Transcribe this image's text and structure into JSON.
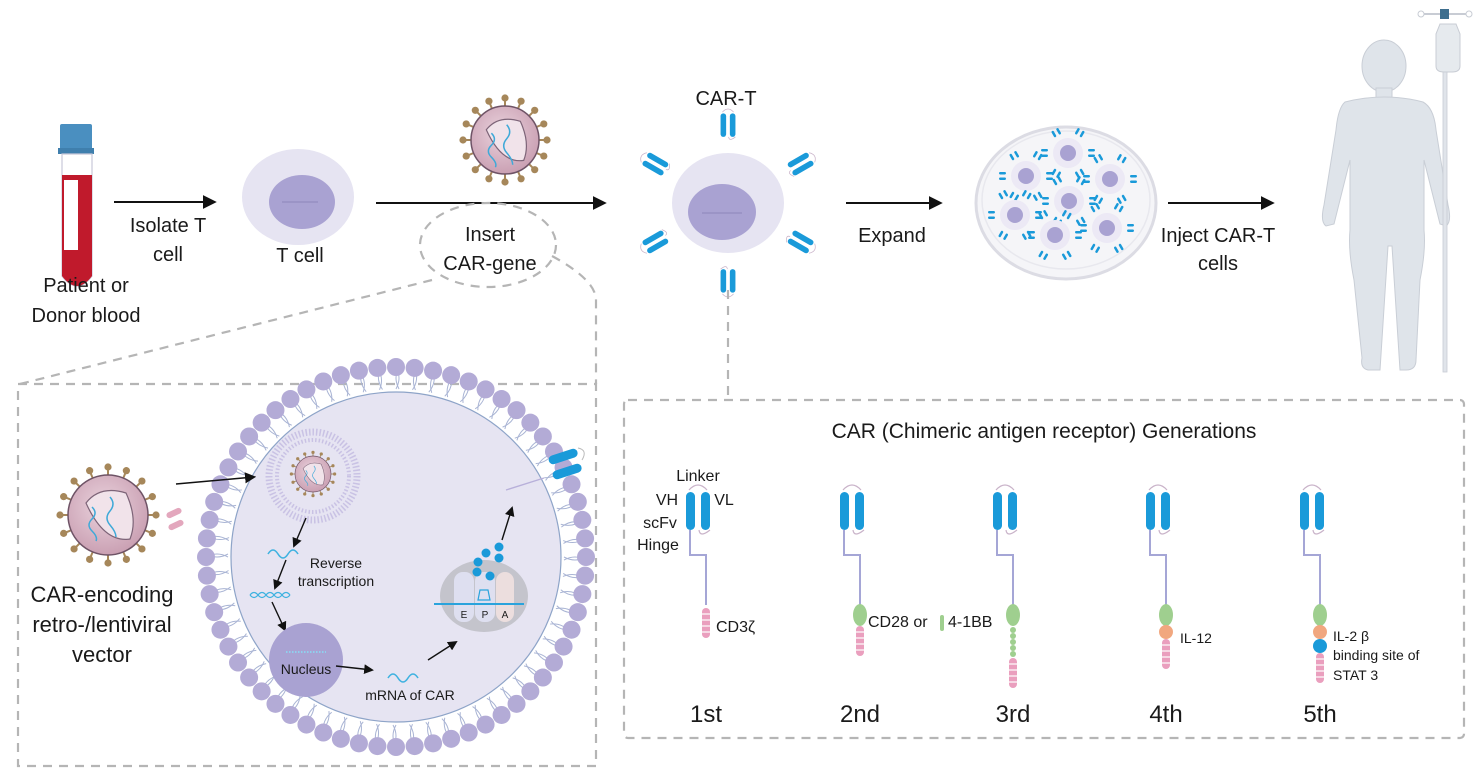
{
  "colors": {
    "blood": "#c01a2c",
    "cap": "#4a8fc0",
    "cell_body": "#e6e4f2",
    "nucleus": "#a9a2d2",
    "scfv": "#1a9ad9",
    "lipid_head": "#b3abd6",
    "virus_body": "#d7b3c4",
    "virus_spike": "#a6875a",
    "cd3z": "#ea9fbe",
    "costim": "#9fcf8f",
    "il": "#f1a77f",
    "stat3": "#1a9ad9",
    "dash": "#b5b5b5",
    "human": "#dfe4ea"
  },
  "workflow": {
    "blood": {
      "label_line1": "Patient or",
      "label_line2": "Donor blood",
      "icon": "blood-tube-icon"
    },
    "step_isolate": {
      "label_line1": "Isolate T",
      "label_line2": "cell"
    },
    "tcell": {
      "label": "T cell",
      "icon": "t-cell-icon"
    },
    "step_insert": {
      "label_line1": "Insert",
      "label_line2": "CAR-gene"
    },
    "virus": {
      "icon": "viral-vector-icon"
    },
    "cart": {
      "label": "CAR-T",
      "icon": "car-t-cell-icon"
    },
    "step_expand": {
      "label": "Expand"
    },
    "dish": {
      "icon": "petri-dish-icon"
    },
    "step_inject": {
      "label_line1": "Inject CAR-T",
      "label_line2": "cells"
    },
    "patient": {
      "icon": "human-body-icon",
      "iv": "iv-drip-icon"
    }
  },
  "transduction": {
    "vector_label_line1": "CAR-encoding",
    "vector_label_line2": "retro-/lentiviral",
    "vector_label_line3": "vector",
    "reverse_line1": "Reverse",
    "reverse_line2": "transcription",
    "nucleus_label": "Nucleus",
    "mrna_label": "mRNA of CAR",
    "ribosome_sites": [
      "E",
      "P",
      "A"
    ]
  },
  "generations": {
    "title": "CAR  (Chimeric antigen receptor) Generations",
    "parts": {
      "linker": "Linker",
      "vh": "VH",
      "vl": "VL",
      "scfv": "scFv",
      "hinge": "Hinge"
    },
    "items": [
      {
        "label": "1st",
        "domains": [
          "CD3ζ"
        ],
        "annot": "CD3ζ"
      },
      {
        "label": "2nd",
        "domains": [
          "CD28 or 4-1BB",
          "CD3ζ"
        ],
        "annot_a": "CD28 or",
        "annot_b": "4-1BB"
      },
      {
        "label": "3rd",
        "domains": [
          "CD28",
          "4-1BB",
          "CD3ζ"
        ]
      },
      {
        "label": "4th",
        "domains": [
          "costim",
          "IL-12",
          "CD3ζ"
        ],
        "annot": "IL-12"
      },
      {
        "label": "5th",
        "domains": [
          "costim",
          "IL-2 β",
          "binding site of STAT 3",
          "CD3ζ"
        ],
        "annot_1": "IL-2 β",
        "annot_2": "binding site of",
        "annot_3": "STAT 3"
      }
    ]
  }
}
